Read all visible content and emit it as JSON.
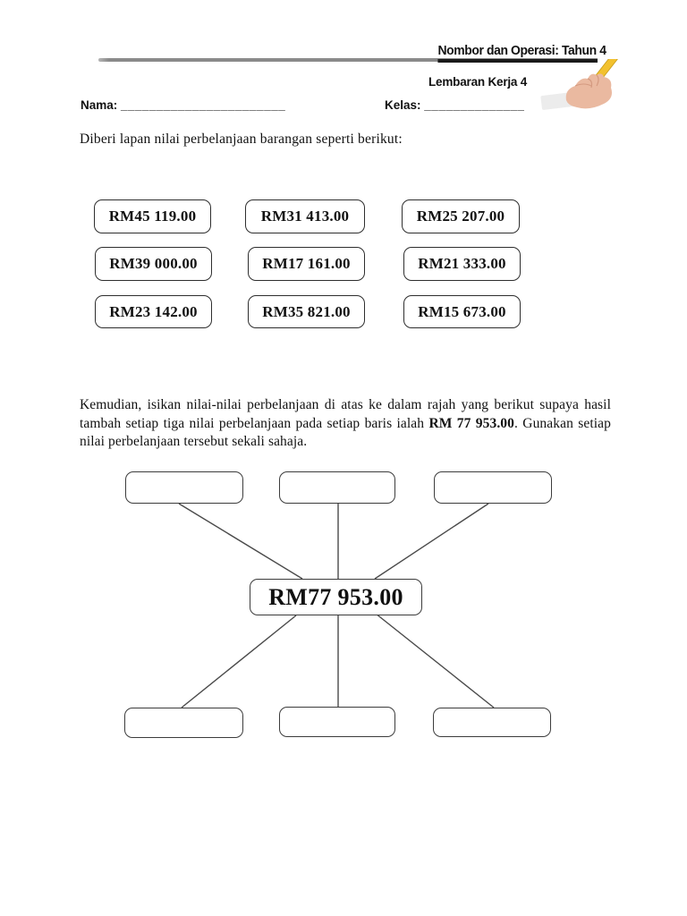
{
  "header": {
    "title": "Nombor dan Operasi: Tahun 4",
    "worksheet_label": "Lembaran Kerja 4"
  },
  "form": {
    "name_label": "Nama:",
    "name_blank": "_______________________",
    "class_label": "Kelas:",
    "class_blank": "______________"
  },
  "intro": "Diberi lapan nilai perbelanjaan barangan seperti berikut:",
  "value_boxes": [
    [
      "RM45 119.00",
      "RM31 413.00",
      "RM25 207.00"
    ],
    [
      "RM39 000.00",
      "RM17 161.00",
      "RM21 333.00"
    ],
    [
      "RM23 142.00",
      "RM35 821.00",
      "RM15 673.00"
    ]
  ],
  "instruction": {
    "part1": "Kemudian, isikan nilai-nilai perbelanjaan di atas ke dalam rajah yang berikut supaya hasil tambah setiap tiga nilai perbelanjaan pada setiap baris ialah ",
    "amount_bold": "RM 77 953.00",
    "part2": ". Gunakan setiap nilai perbelanjaan tersebut sekali sahaja."
  },
  "diagram": {
    "center_value": "RM77 953.00",
    "empty_slot_count": 6
  },
  "colors": {
    "divider_gray": "#8a8a8a",
    "text_black": "#111111",
    "box_border": "#2e2e2e",
    "connector_line": "#4a4a4a",
    "pencil_yellow": "#f2c12e",
    "hand_skin": "#eab9a0"
  }
}
